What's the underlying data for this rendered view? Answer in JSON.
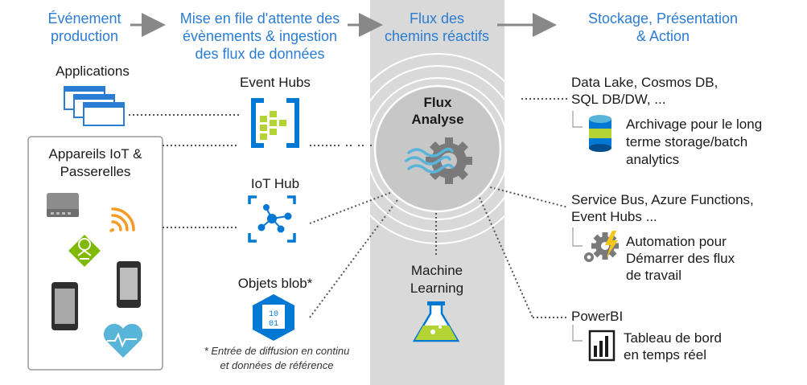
{
  "headers": {
    "col1": "Événement\nproduction",
    "col2": "Mise en file d'attente des\névènements & ingestion\ndes flux de données",
    "col3": "Flux des\nchemins réactifs",
    "col4": "Stockage, Présentation\n& Action"
  },
  "sources": {
    "applications": "Applications",
    "iot_devices": "Appareils IoT &\nPasserelles"
  },
  "ingestion": {
    "event_hubs": "Event Hubs",
    "iot_hub": "IoT Hub",
    "blob": "Objets blob*",
    "footnote": "* Entrée de diffusion en continu\net données de référence"
  },
  "center": {
    "title": "Flux\nAnalyse",
    "ml": "Machine\nLearning"
  },
  "outputs": {
    "storage_title": "Data Lake, Cosmos DB,\nSQL DB/DW, ...",
    "storage_desc": "Archivage pour le long\nterme storage/batch\nanalytics",
    "bus_title": "Service Bus, Azure Functions,\nEvent Hubs ...",
    "bus_desc": "Automation pour\nDémarrer des flux\nde travail",
    "powerbi_title": "PowerBI",
    "powerbi_desc": "Tableau de bord\nen temps réel"
  },
  "colors": {
    "accent": "#2b7cd3",
    "azure_blue": "#0078d4",
    "center_band": "#d9d9d9",
    "arrow_gray": "#888888"
  },
  "icons": [
    "applications-icon",
    "event-hubs-icon",
    "iot-hub-icon",
    "blob-icon",
    "stream-analytics-icon",
    "machine-learning-icon",
    "router-icon",
    "wifi-icon",
    "gateway-icon",
    "phone-icon",
    "heart-monitor-icon",
    "database-icon",
    "automation-icon",
    "powerbi-icon"
  ]
}
